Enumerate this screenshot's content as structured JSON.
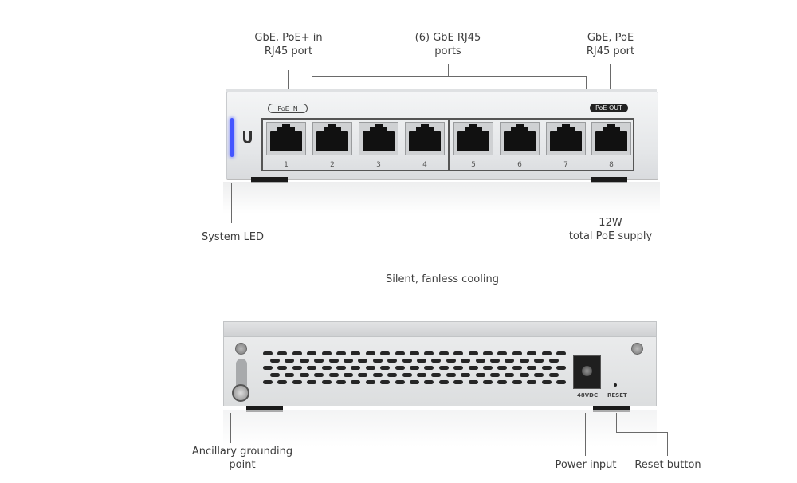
{
  "front_view": {
    "callouts": {
      "poe_in_port": [
        "GbE, PoE+ in",
        "RJ45 port"
      ],
      "gbe_ports": [
        "(6) GbE RJ45",
        "ports"
      ],
      "poe_out_port": [
        "GbE, PoE",
        "RJ45 port"
      ],
      "system_led": "System LED",
      "poe_supply": [
        "12W",
        "total PoE supply"
      ]
    },
    "badges": {
      "poe_in": "PoE IN",
      "poe_out": "PoE OUT"
    },
    "port_numbers": [
      "1",
      "2",
      "3",
      "4",
      "5",
      "6",
      "7",
      "8"
    ],
    "led_color": "#4455ff"
  },
  "rear_view": {
    "callouts": {
      "cooling": "Silent, fanless cooling",
      "grounding": [
        "Ancillary grounding",
        "point"
      ],
      "power_input": "Power input",
      "reset_button": "Reset button"
    },
    "panel_labels": {
      "power": "48VDC",
      "reset": "RESET"
    }
  }
}
